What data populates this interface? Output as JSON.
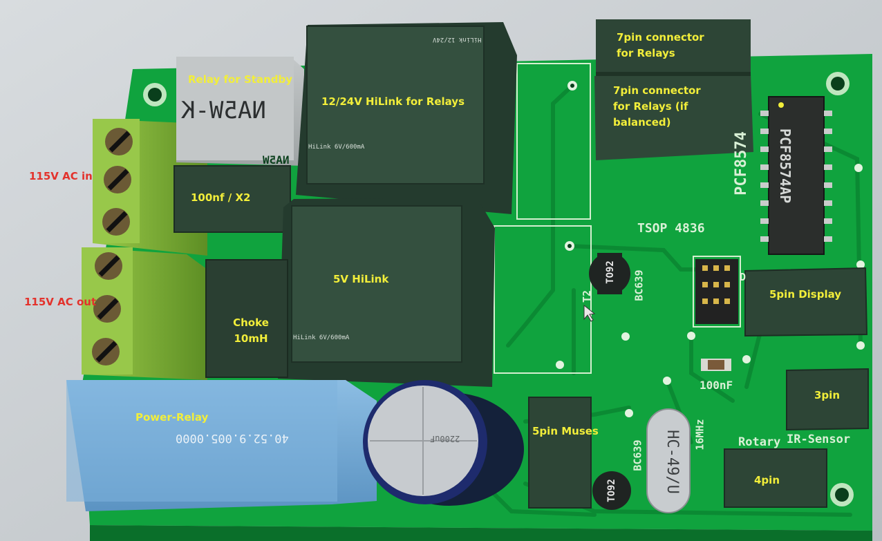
{
  "labels": {
    "ac_in": "115V AC in",
    "ac_out": "115V AC out",
    "relay_standby": "Relay for Standby",
    "hilink_relays": "12/24V HiLink for Relays",
    "cap_100nf_x2": "100nf / X2",
    "hilink_5v": "5V HiLink",
    "choke": "Choke 10mH",
    "power_relay": "Power-Relay",
    "conn_relays_line1": "7pin connector",
    "conn_relays_line2": "for Relays",
    "conn_relays_bal_line1": "7pin connector",
    "conn_relays_bal_line2": "for Relays (if",
    "conn_relays_bal_line3": "balanced)",
    "display_5pin": "5pin Display",
    "pin3": "3pin",
    "muses_5pin": "5pin Muses",
    "pin4": "4pin"
  },
  "silkscreen": {
    "relay_marking": "NA5W-K",
    "relay_marking_pcb": "NA5W",
    "hilink_top_marking": "HiLink 12/24V",
    "hilink_6v_upper": "HiLink 6V/600mA",
    "hilink_6v_lower": "HiLink 6V/600mA",
    "ic_part": "PCF8574AP",
    "ic_pcb": "PCF8574",
    "tsop": "TSOP 4836",
    "to92": "TO92",
    "bc639": "BC639",
    "t2": "T2",
    "cap_100nf": "100nF",
    "crystal": "HC-49/U",
    "freq": "16MHz",
    "rotary": "Rotary",
    "ir_sensor": "IR-Sensor",
    "power_relay_part": "40.52.9.005.0000",
    "elcap_value": "2200uF",
    "d_mark": "D"
  },
  "colors": {
    "pcb": "#10a33e",
    "pcb_dark": "#0b7f2f",
    "component": "#2f4639",
    "terminal": "#7fb236",
    "relay_blue": "#6fa8d4",
    "label_yellow": "#f2ee3a",
    "label_red": "#e3322c"
  }
}
